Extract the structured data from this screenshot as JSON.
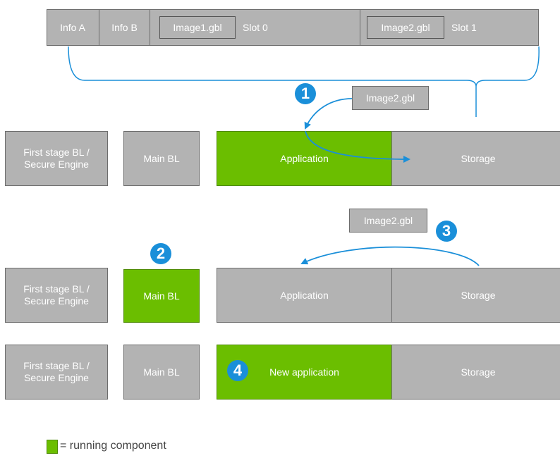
{
  "flash": {
    "info_a": "Info A",
    "info_b": "Info B",
    "image1": "Image1.gbl",
    "slot0": "Slot 0",
    "image2": "Image2.gbl",
    "slot1": "Slot 1"
  },
  "rows": [
    {
      "first_stage_line1": "First stage BL /",
      "first_stage_line2": "Secure Engine",
      "main_bl": "Main BL",
      "app": "Application",
      "storage": "Storage"
    },
    {
      "first_stage_line1": "First stage BL /",
      "first_stage_line2": "Secure Engine",
      "main_bl": "Main BL",
      "app": "Application",
      "storage": "Storage"
    },
    {
      "first_stage_line1": "First stage BL /",
      "first_stage_line2": "Secure Engine",
      "main_bl": "Main BL",
      "app": "New application",
      "storage": "Storage"
    }
  ],
  "floating": {
    "image2_top": "Image2.gbl",
    "image2_mid": "Image2.gbl"
  },
  "steps": [
    "1",
    "2",
    "3",
    "4"
  ],
  "legend": {
    "text": "= running component"
  },
  "colors": {
    "running": "#6bbe00",
    "idle": "#b3b3b3",
    "step_badge": "#1a8fd9",
    "arrow": "#1a8fd9"
  }
}
